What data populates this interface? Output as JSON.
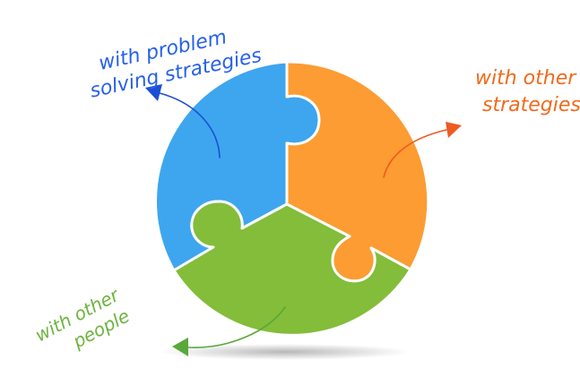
{
  "labels": {
    "problem_solving_line1": "with problem",
    "problem_solving_line2": "solving strategies",
    "other_strategies_line1": "with other",
    "other_strategies_line2": "strategies",
    "other_people_line1": "with other",
    "other_people_line2": "people"
  },
  "colors": {
    "blue": "#3ea6ee",
    "orange": "#fc9c32",
    "green": "#83bd3a",
    "blue_text": "#2660ea",
    "orange_text": "#f26a1b",
    "green_text": "#6db33f",
    "blue_arrow": "#1c4fd6",
    "orange_arrow": "#ee5a23",
    "green_arrow": "#5aa83a"
  }
}
